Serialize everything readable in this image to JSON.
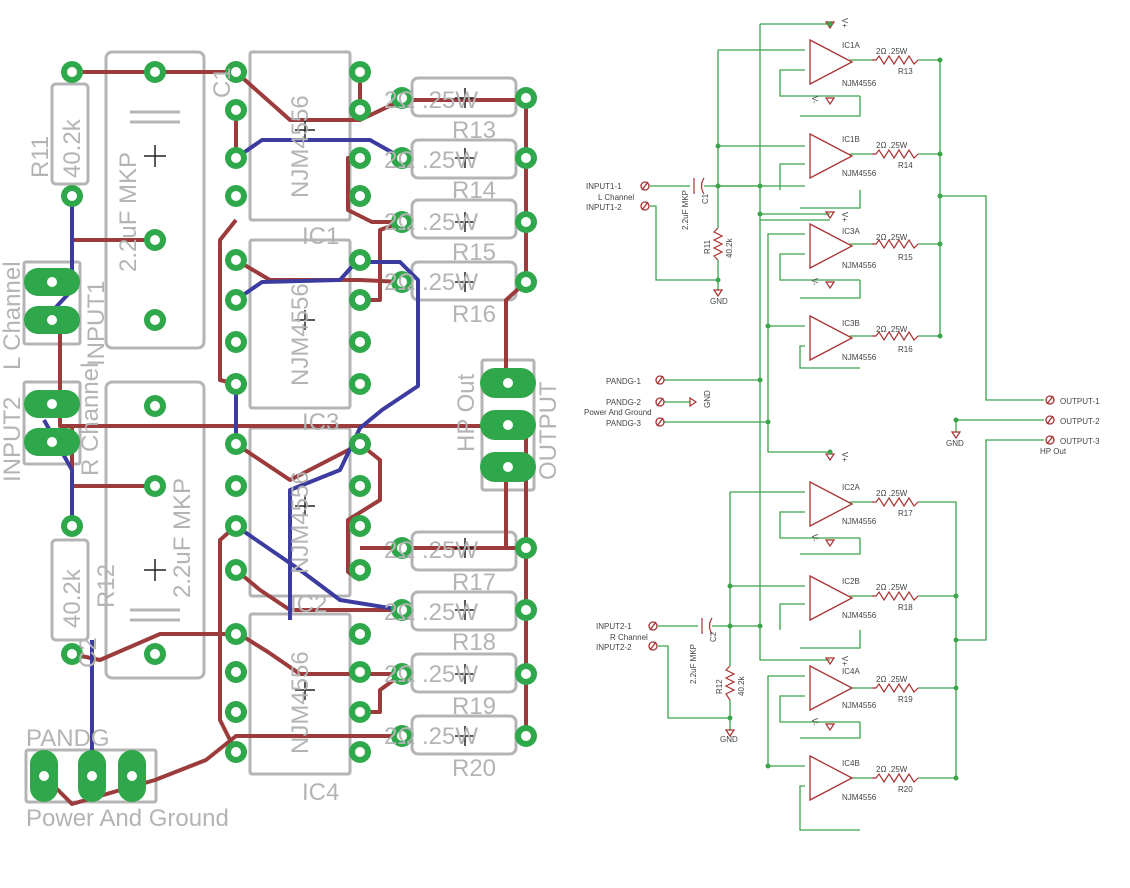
{
  "board": {
    "resistors": [
      {
        "name": "R11",
        "value": "40.2k"
      },
      {
        "name": "R12",
        "value": "40.2k"
      },
      {
        "name": "R13",
        "value": "2Ω .25W"
      },
      {
        "name": "R14",
        "value": "2Ω .25W"
      },
      {
        "name": "R15",
        "value": "2Ω .25W"
      },
      {
        "name": "R16",
        "value": "2Ω .25W"
      },
      {
        "name": "R17",
        "value": "2Ω .25W"
      },
      {
        "name": "R18",
        "value": "2Ω .25W"
      },
      {
        "name": "R19",
        "value": "2Ω .25W"
      },
      {
        "name": "R20",
        "value": "2Ω .25W"
      }
    ],
    "capacitors": [
      {
        "name": "C1",
        "value": "2.2uF MKP"
      },
      {
        "name": "C2",
        "value": "2.2uF MKP"
      }
    ],
    "ics": [
      {
        "name": "IC1",
        "part": "NJM4556"
      },
      {
        "name": "IC3",
        "part": "NJM4556"
      },
      {
        "name": "IC2",
        "part": "NJM4556"
      },
      {
        "name": "IC4",
        "part": "NJM4556"
      }
    ],
    "connectors": {
      "input1": "L Channel",
      "input1_name": "INPUT1",
      "input2": "R Channel",
      "input2_name": "INPUT2",
      "output_name": "OUTPUT",
      "output_label": "HP Out",
      "pandg_name": "PANDG",
      "pandg_label": "Power And Ground"
    }
  },
  "schematic": {
    "opamps": [
      {
        "name": "IC1A",
        "part": "NJM4556",
        "res": "R13",
        "rval": "2Ω .25W"
      },
      {
        "name": "IC1B",
        "part": "NJM4556",
        "res": "R14",
        "rval": "2Ω .25W"
      },
      {
        "name": "IC3A",
        "part": "NJM4556",
        "res": "R15",
        "rval": "2Ω .25W"
      },
      {
        "name": "IC3B",
        "part": "NJM4556",
        "res": "R16",
        "rval": "2Ω .25W"
      },
      {
        "name": "IC2A",
        "part": "NJM4556",
        "res": "R17",
        "rval": "2Ω .25W"
      },
      {
        "name": "IC2B",
        "part": "NJM4556",
        "res": "R18",
        "rval": "2Ω .25W"
      },
      {
        "name": "IC4A",
        "part": "NJM4556",
        "res": "R19",
        "rval": "2Ω .25W"
      },
      {
        "name": "IC4B",
        "part": "NJM4556",
        "res": "R20",
        "rval": "2Ω .25W"
      }
    ],
    "input1": {
      "pin1": "INPUT1-1",
      "pin2": "INPUT1-2",
      "label": "L Channel",
      "cap": "C1",
      "capval": "2.2uF MKP",
      "res": "R11",
      "resval": "40.2k"
    },
    "input2": {
      "pin1": "INPUT2-1",
      "pin2": "INPUT2-2",
      "label": "R Channel",
      "cap": "C2",
      "capval": "2.2uF MKP",
      "res": "R12",
      "resval": "40.2k"
    },
    "pandg": {
      "pin1": "PANDG-1",
      "pin2": "PANDG-2",
      "pin3": "PANDG-3",
      "label": "Power And Ground"
    },
    "output": {
      "pin1": "OUTPUT-1",
      "pin2": "OUTPUT-2",
      "pin3": "OUTPUT-3",
      "label": "HP Out"
    },
    "gnd": "GND",
    "vplus": "V+",
    "vminus": "V-"
  }
}
